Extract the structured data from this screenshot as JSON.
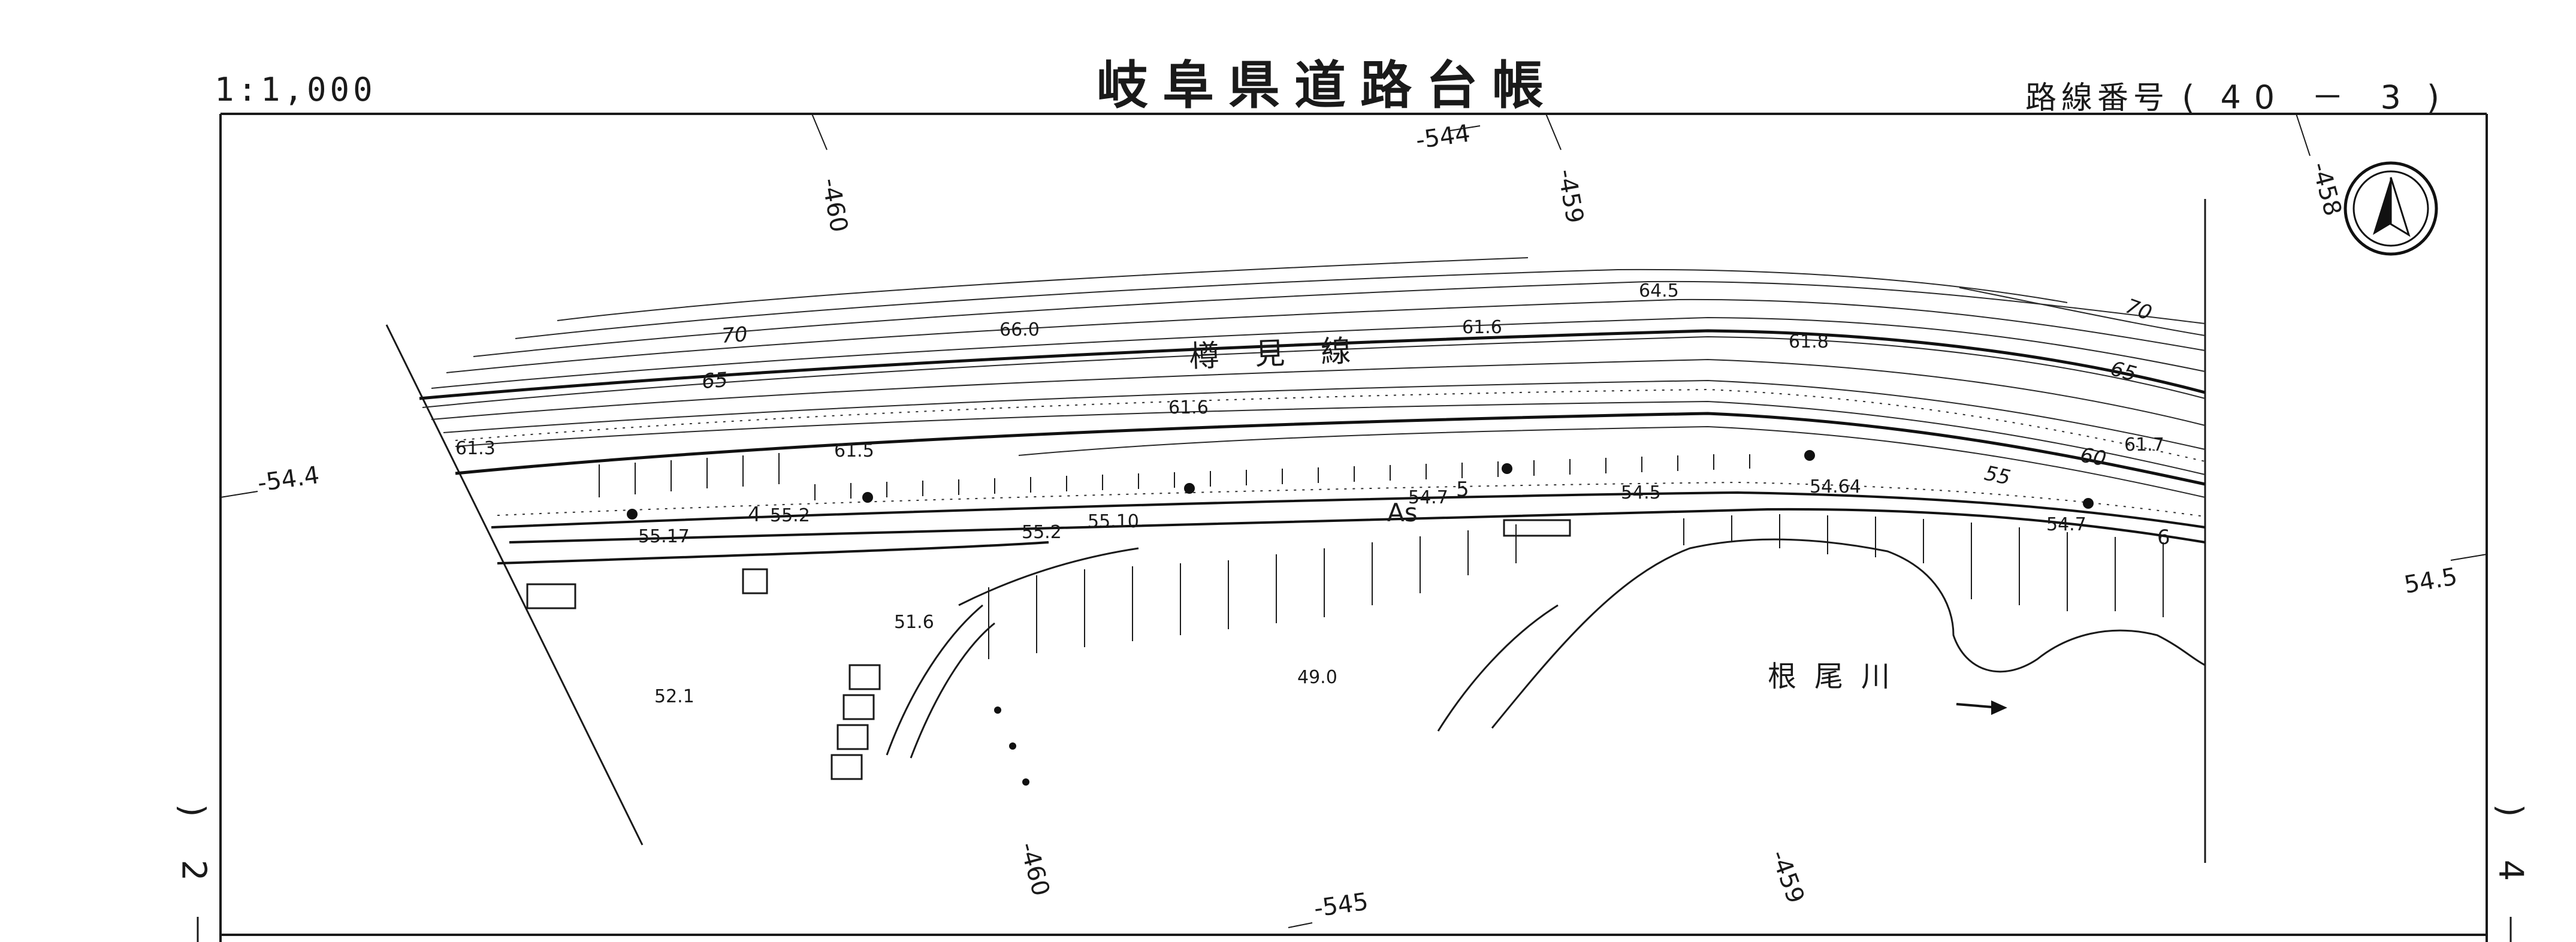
{
  "header": {
    "title": "岐阜県道路台帳",
    "scale": "1:1,000",
    "route_label": "路線番号",
    "route_open": "(",
    "route_number": "40 － 3",
    "route_close": ")"
  },
  "sheet": {
    "left_sheet": "2",
    "right_sheet": "4"
  },
  "map": {
    "road_name": "樽見線",
    "river_name": "根尾川",
    "pavement": "As",
    "grid_labels": [
      "-460",
      "-459",
      "-458",
      "-544",
      "-545",
      "-54.4",
      "54.5"
    ],
    "contours": [
      "70",
      "65",
      "60",
      "55"
    ],
    "elevations": [
      "61.3",
      "66.0",
      "61.6",
      "64.5",
      "61.8",
      "61.7",
      "61.5",
      "55.17",
      "55.2",
      "55.10",
      "54.7",
      "54.5",
      "54.64",
      "51.6",
      "52.1",
      "49.0"
    ],
    "widths": [
      "4",
      "5",
      "6"
    ]
  }
}
